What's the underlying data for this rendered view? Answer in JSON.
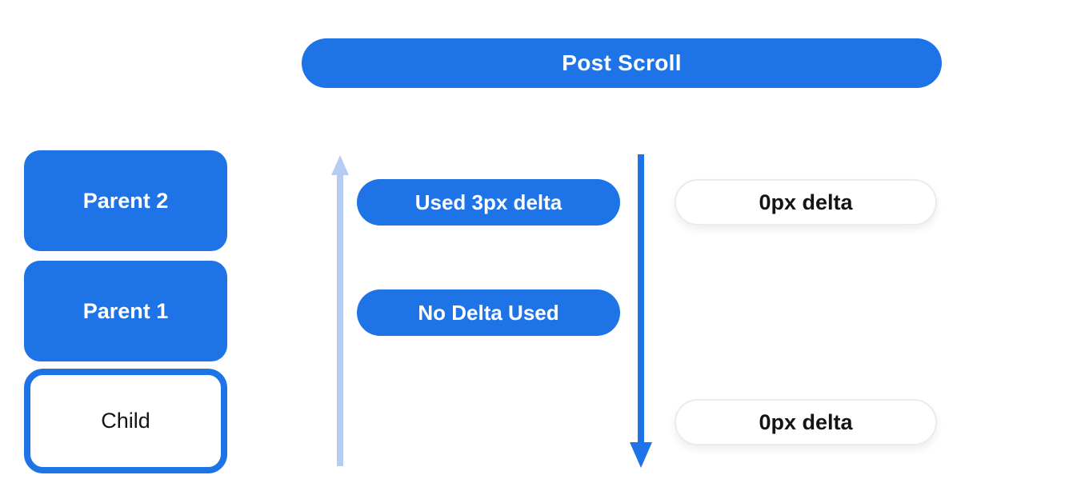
{
  "colors": {
    "primary_blue": "#1e73e6",
    "light_blue": "#b7ccf4",
    "pill_border": "#ebebeb",
    "text_dark": "#141414",
    "background": "#ffffff"
  },
  "header": {
    "label": "Post Scroll"
  },
  "scroll_chain": {
    "nodes": [
      {
        "id": "parent2",
        "label": "Parent 2",
        "variant": "filled"
      },
      {
        "id": "parent1",
        "label": "Parent 1",
        "variant": "filled"
      },
      {
        "id": "child",
        "label": "Child",
        "variant": "outlined"
      }
    ]
  },
  "arrows": [
    {
      "id": "up-arrow",
      "direction": "up",
      "color_role": "light_blue"
    },
    {
      "id": "down-arrow",
      "direction": "down",
      "color_role": "primary_blue"
    }
  ],
  "delta_labels": {
    "consumed": [
      {
        "label": "Used 3px delta",
        "variant": "filled"
      },
      {
        "label": "No Delta Used",
        "variant": "filled"
      }
    ],
    "remaining": [
      {
        "label": "0px delta",
        "variant": "outlined"
      },
      {
        "label": "0px delta",
        "variant": "outlined"
      }
    ]
  }
}
